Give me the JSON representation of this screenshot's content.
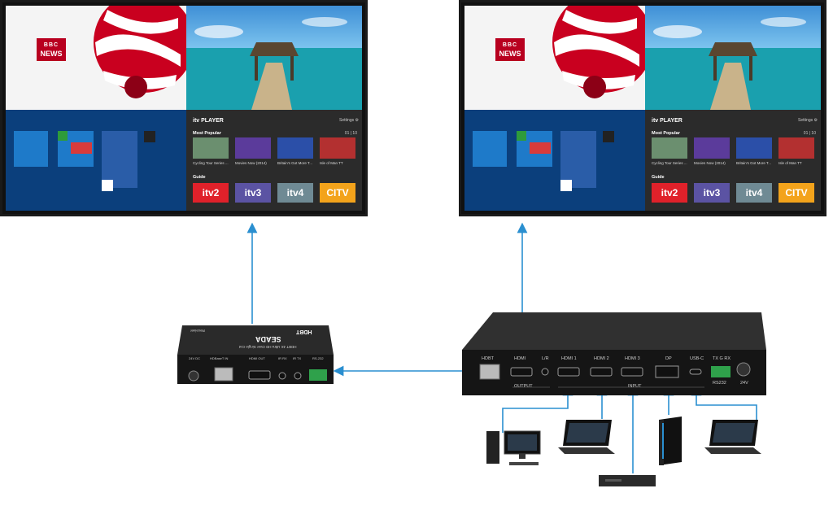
{
  "screens": {
    "bbc_label_top": "BBC",
    "bbc_label_bottom": "NEWS",
    "itv": {
      "logo": "itv PLAYER",
      "settings": "Settings ⚙",
      "most_popular": "Most Popular",
      "page": "01 | 10",
      "items": [
        "Cycling Tour Series ...",
        "Movies Now (2014)",
        "Britain's Got More T...",
        "Isle of Man TT"
      ],
      "guide": "Guide",
      "channels": [
        "itv2",
        "itv3",
        "itv4",
        "CITV"
      ],
      "channel_colors": [
        "#e0212a",
        "#5b53a3",
        "#6f8a94",
        "#f3a31b"
      ]
    }
  },
  "receiver": {
    "brand": "HDBT",
    "model": "SEADA",
    "subtitle": "HDBT 4K Ultra HD Over Single Cat",
    "side_label": "Receiver",
    "ports": [
      "24V DC",
      "HDBaseT IN",
      "HDMI OUT",
      "IR RX",
      "IR TX",
      "RS-232"
    ]
  },
  "switcher": {
    "ports_top": [
      "HDBT",
      "HDMI",
      "L/R",
      "HDMI 1",
      "HDMI 2",
      "HDMI 3",
      "DP",
      "USB-C",
      "TX  G  RX"
    ],
    "group_output": "OUTPUT",
    "group_input": "INPUT",
    "rs232": "RS232",
    "power": "24V"
  },
  "sources": [
    "desktop-pc",
    "laptop",
    "blu-ray-player",
    "tower-pc",
    "laptop"
  ],
  "colors": {
    "arrow": "#2a8fd0",
    "device": "#1b1b1b"
  }
}
